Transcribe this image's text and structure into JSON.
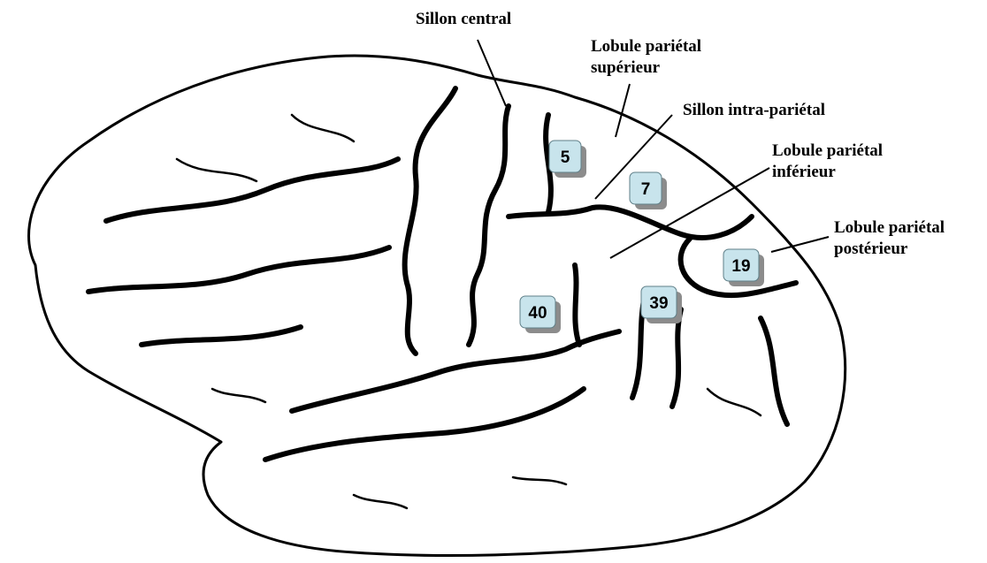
{
  "labels": {
    "central_sulcus": "Sillon central",
    "superior_parietal_line1": "Lobule pariétal",
    "superior_parietal_line2": "supérieur",
    "intraparietal_sulcus": "Sillon intra-pariétal",
    "inferior_parietal_line1": "Lobule pariétal",
    "inferior_parietal_line2": "inférieur",
    "posterior_parietal_line1": "Lobule pariétal",
    "posterior_parietal_line2": "postérieur"
  },
  "areas": {
    "area_5": "5",
    "area_7": "7",
    "area_19": "19",
    "area_40": "40",
    "area_39": "39"
  },
  "colors": {
    "badge_fill": "#c8e4ec",
    "badge_shadow": "#8c8c8c",
    "line": "#000000",
    "background": "#ffffff"
  }
}
